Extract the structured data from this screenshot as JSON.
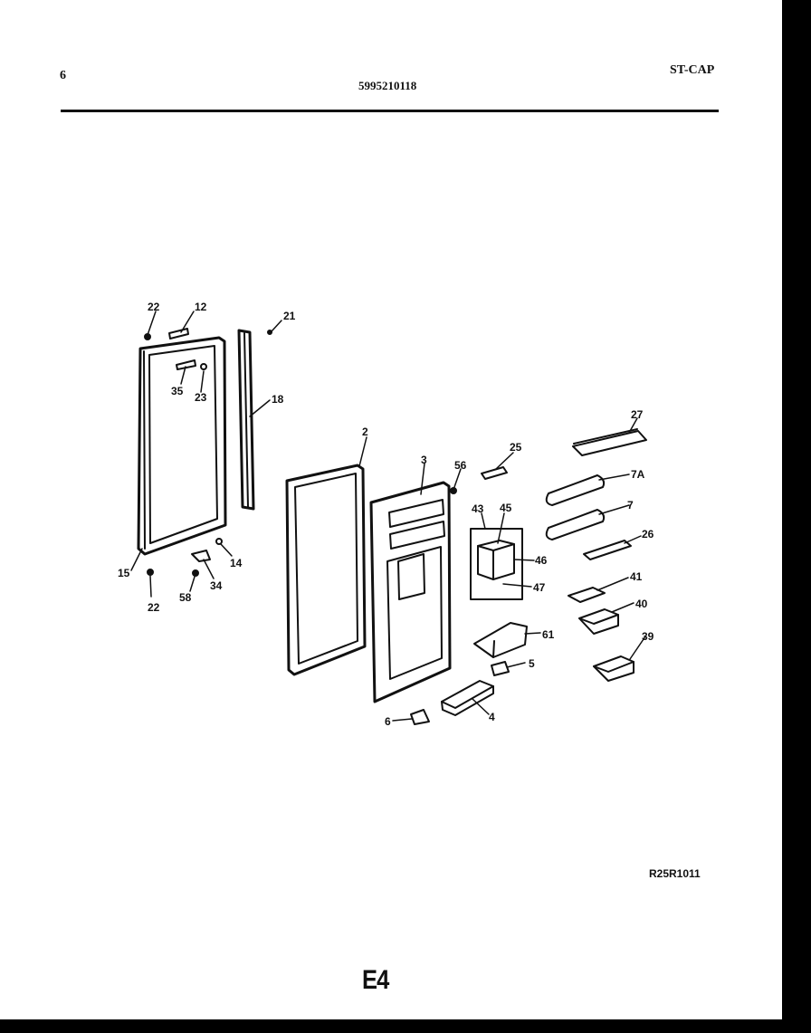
{
  "header": {
    "page_number": "6",
    "document_code": "5995210118",
    "model_code": "ST-CAP"
  },
  "diagram": {
    "callouts": [
      "22",
      "12",
      "21",
      "35",
      "23",
      "18",
      "15",
      "14",
      "34",
      "58",
      "22",
      "2",
      "3",
      "56",
      "25",
      "27",
      "7A",
      "7",
      "43",
      "45",
      "46",
      "47",
      "26",
      "41",
      "40",
      "61",
      "5",
      "39",
      "4",
      "6"
    ],
    "figure_code": "R25R1011"
  },
  "footer": {
    "section_id": "E4"
  }
}
